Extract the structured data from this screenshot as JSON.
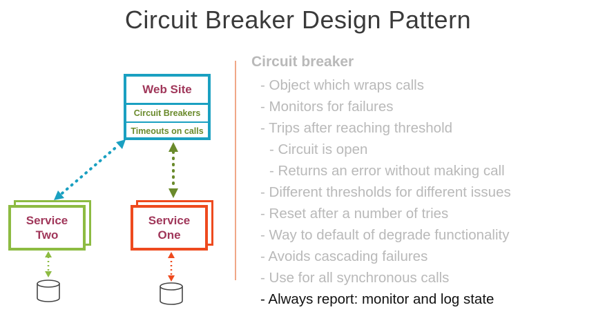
{
  "title": "Circuit Breaker Design Pattern",
  "diagram": {
    "web_site": {
      "title": "Web Site",
      "rows": [
        "Circuit Breakers",
        "Timeouts on calls"
      ]
    },
    "service_two": {
      "line1": "Service",
      "line2": "Two"
    },
    "service_one": {
      "line1": "Service",
      "line2": "One"
    },
    "colors": {
      "web_site_border": "#1aa0c1",
      "service_two_border": "#8dbb42",
      "service_one_border": "#ee4a1e",
      "label_color": "#a0375a",
      "row_text": "#6a8a2b"
    }
  },
  "list": {
    "heading": "Circuit breaker",
    "items": [
      "- Object which wraps calls",
      "- Monitors for failures",
      "- Trips after reaching threshold",
      "- Circuit is open",
      "- Returns an error without making call",
      "- Different thresholds for different issues",
      "- Reset after a number of tries",
      "- Way to default of degrade functionality",
      "- Avoids cascading failures",
      "- Use for all synchronous calls",
      "- Always report: monitor and log state"
    ]
  }
}
